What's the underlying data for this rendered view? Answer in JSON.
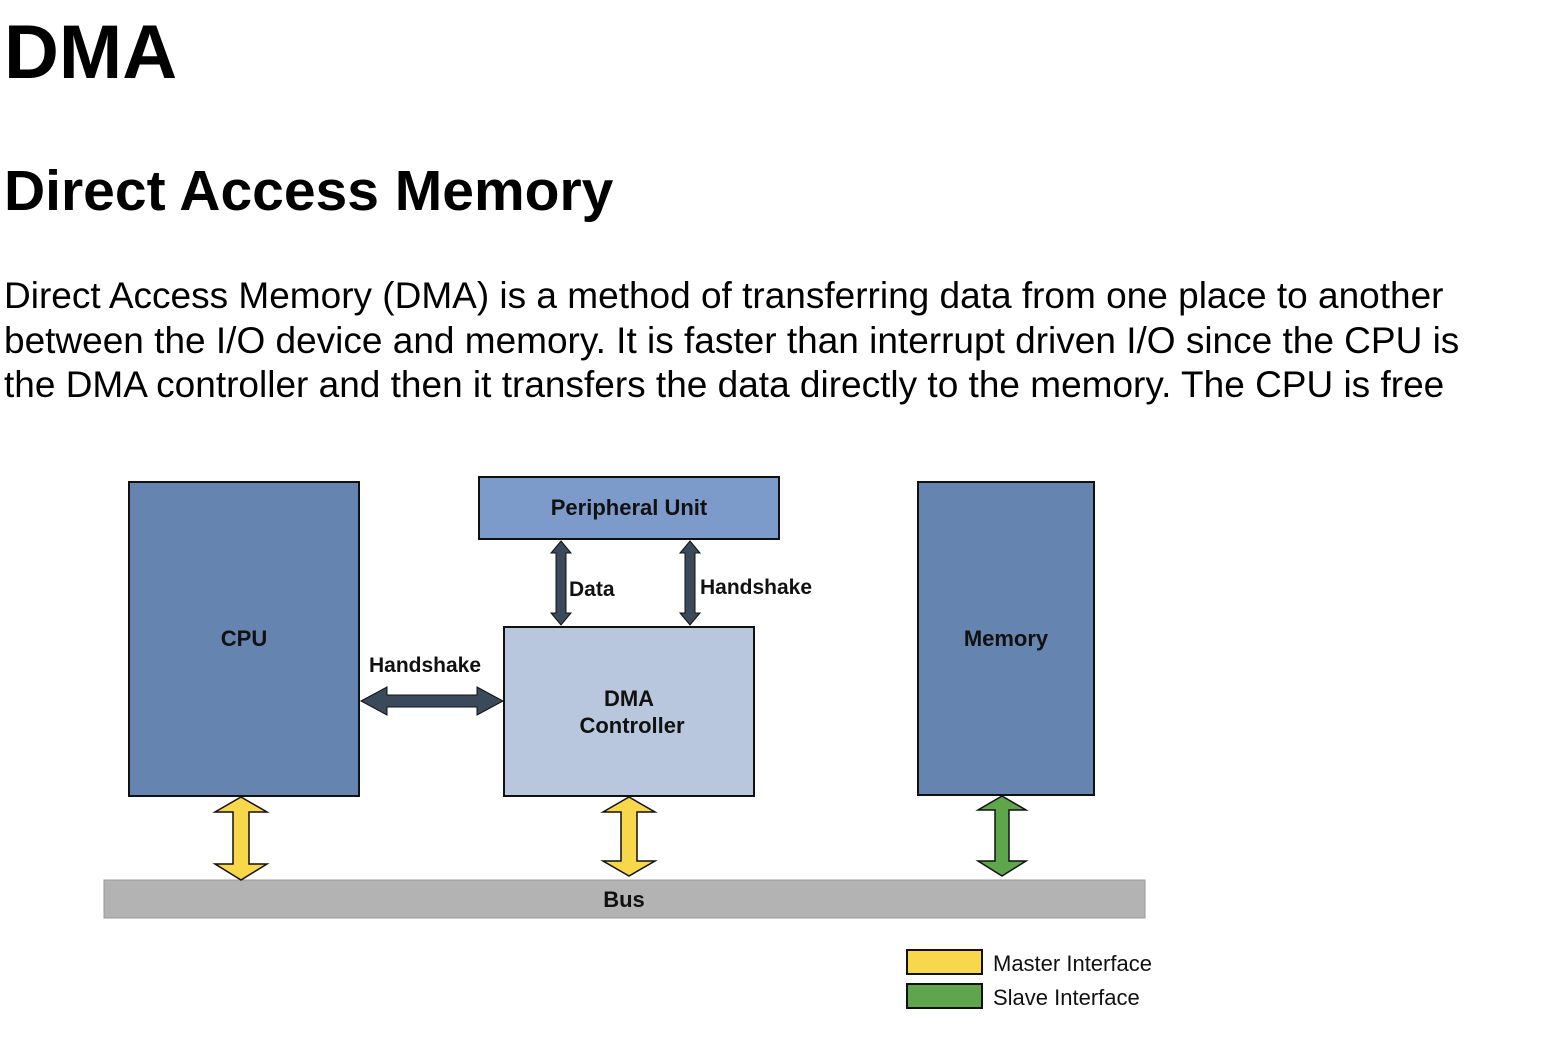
{
  "header": {
    "title": "DMA",
    "subtitle": "Direct Access Memory"
  },
  "body": {
    "lines": [
      "Direct Access Memory (DMA) is a method of transferring data from one place to another",
      "between the I/O device and memory. It is faster than interrupt driven I/O since the CPU is",
      "the DMA controller and then it transfers the data directly to the memory. The CPU is free"
    ]
  },
  "diagram": {
    "blocks": {
      "cpu": "CPU",
      "peripheral": "Peripheral Unit",
      "dma_line1": "DMA",
      "dma_line2": "Controller",
      "memory": "Memory",
      "bus": "Bus"
    },
    "connections": {
      "data": "Data",
      "peripheral_handshake": "Handshake",
      "cpu_handshake": "Handshake"
    },
    "legend": [
      {
        "label": "Master Interface",
        "color": "#f8d74a"
      },
      {
        "label": "Slave Interface",
        "color": "#5ea64c"
      }
    ],
    "colors": {
      "cpu_memory_fill": "#6584b0",
      "peripheral_fill": "#7c9bcb",
      "dma_fill": "#b8c7de",
      "bus_fill": "#b3b3b3",
      "dark_arrow": "#3b4a5a",
      "master_arrow": "#f8d74a",
      "slave_arrow": "#5ea64c"
    }
  }
}
